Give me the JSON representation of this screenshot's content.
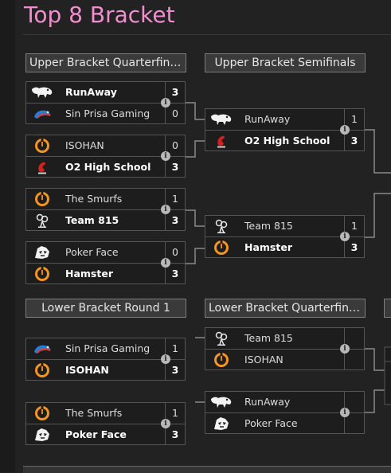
{
  "page": {
    "title": "Top 8 Bracket"
  },
  "headers": [
    "Upper Bracket Quarterfinals",
    "Upper Bracket Semifinals",
    "Lower Bracket Round 1",
    "Lower Bracket Quarterfinals"
  ],
  "info_glyph": "i",
  "matches": [
    {
      "section": "upper-quarterfinals",
      "teams": [
        {
          "name": "RunAway",
          "score": "3",
          "winner": true,
          "logo": "runaway-logo"
        },
        {
          "name": "Sin Prisa Gaming",
          "score": "0",
          "winner": false,
          "logo": "sin-prisa-logo"
        }
      ]
    },
    {
      "section": "upper-quarterfinals",
      "teams": [
        {
          "name": "ISOHAN",
          "score": "0",
          "winner": false,
          "logo": "overwatch-logo"
        },
        {
          "name": "O2 High School",
          "score": "3",
          "winner": true,
          "logo": "o2-logo"
        }
      ]
    },
    {
      "section": "upper-quarterfinals",
      "teams": [
        {
          "name": "The Smurfs",
          "score": "1",
          "winner": false,
          "logo": "overwatch-logo"
        },
        {
          "name": "Team 815",
          "score": "3",
          "winner": true,
          "logo": "team815-logo"
        }
      ]
    },
    {
      "section": "upper-quarterfinals",
      "teams": [
        {
          "name": "Poker Face",
          "score": "0",
          "winner": false,
          "logo": "pokerface-logo"
        },
        {
          "name": "Hamster",
          "score": "3",
          "winner": true,
          "logo": "overwatch-logo"
        }
      ]
    },
    {
      "section": "upper-semifinals",
      "teams": [
        {
          "name": "RunAway",
          "score": "1",
          "winner": false,
          "logo": "runaway-logo"
        },
        {
          "name": "O2 High School",
          "score": "3",
          "winner": true,
          "logo": "o2-logo"
        }
      ]
    },
    {
      "section": "upper-semifinals",
      "teams": [
        {
          "name": "Team 815",
          "score": "1",
          "winner": false,
          "logo": "team815-logo"
        },
        {
          "name": "Hamster",
          "score": "3",
          "winner": true,
          "logo": "overwatch-logo"
        }
      ]
    },
    {
      "section": "lower-round-1",
      "teams": [
        {
          "name": "Sin Prisa Gaming",
          "score": "1",
          "winner": false,
          "logo": "sin-prisa-logo"
        },
        {
          "name": "ISOHAN",
          "score": "3",
          "winner": true,
          "logo": "overwatch-logo"
        }
      ]
    },
    {
      "section": "lower-round-1",
      "teams": [
        {
          "name": "The Smurfs",
          "score": "1",
          "winner": false,
          "logo": "overwatch-logo"
        },
        {
          "name": "Poker Face",
          "score": "3",
          "winner": true,
          "logo": "pokerface-logo"
        }
      ]
    },
    {
      "section": "lower-quarterfinals",
      "teams": [
        {
          "name": "Team 815",
          "score": "",
          "winner": false,
          "logo": "team815-logo"
        },
        {
          "name": "ISOHAN",
          "score": "",
          "winner": false,
          "logo": "overwatch-logo"
        }
      ]
    },
    {
      "section": "lower-quarterfinals",
      "teams": [
        {
          "name": "RunAway",
          "score": "",
          "winner": false,
          "logo": "runaway-logo"
        },
        {
          "name": "Poker Face",
          "score": "",
          "winner": false,
          "logo": "pokerface-logo"
        }
      ]
    }
  ],
  "colors": {
    "title": "#f28ecf",
    "background": "#222222",
    "match_bg": "#1d1d1d",
    "connector": "#8a8a8a",
    "overwatch_orange": "#f5941e",
    "o2_red": "#d6201f"
  }
}
